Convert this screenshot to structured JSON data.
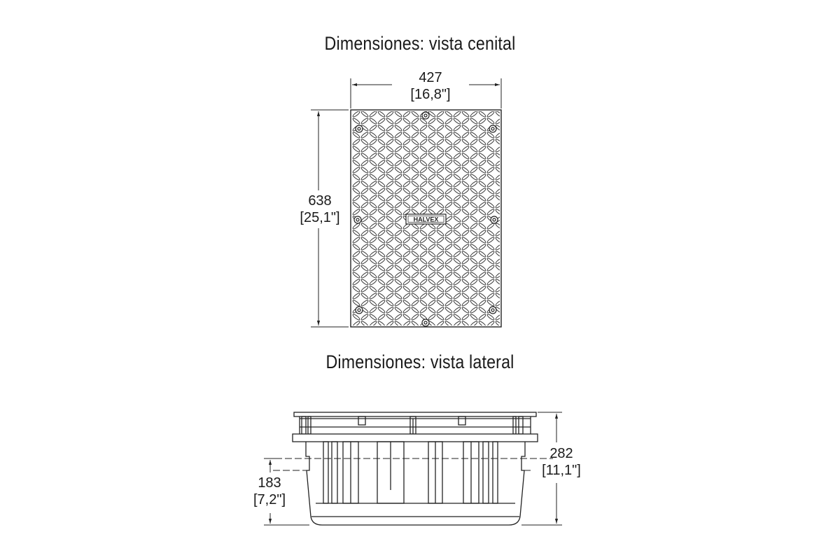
{
  "top_view": {
    "title": "Dimensiones: vista cenital",
    "width": {
      "mm": "427",
      "in": "[16,8\"]"
    },
    "height": {
      "mm": "638",
      "in": "[25,1\"]"
    },
    "logo_text": "HALVEX"
  },
  "side_view": {
    "title": "Dimensiones: vista lateral",
    "total_height": {
      "mm": "282",
      "in": "[11,1\"]"
    },
    "body_height": {
      "mm": "183",
      "in": "[7,2\"]"
    }
  }
}
